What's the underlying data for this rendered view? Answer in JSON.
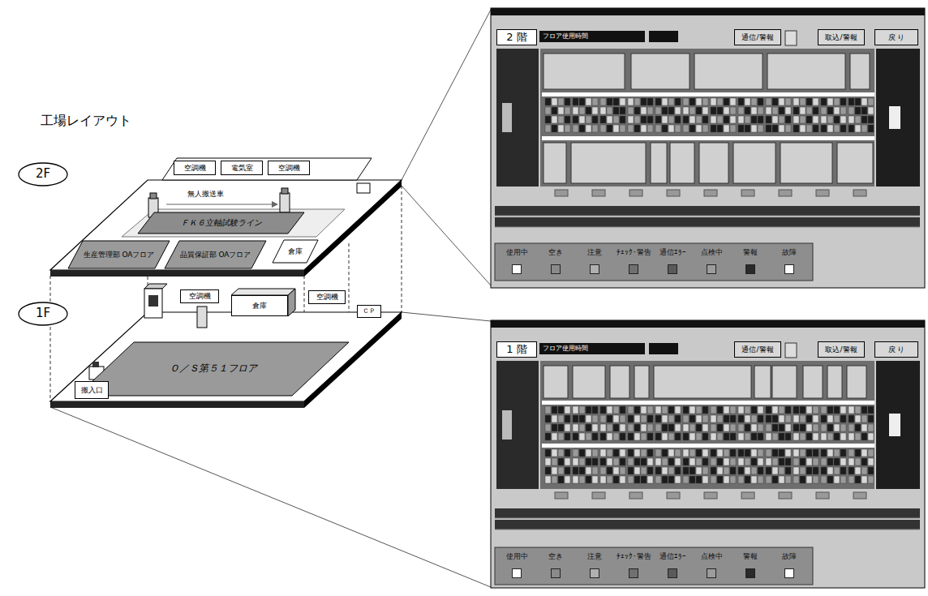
{
  "diagram": {
    "title": "工場レイアウト",
    "nodes": [
      {
        "text": [
          "2F"
        ]
      },
      {
        "text": [
          "1F"
        ]
      },
      {
        "text": [
          "空調機"
        ]
      },
      {
        "text": [
          "電気室"
        ]
      },
      {
        "text": [
          "空調機"
        ]
      },
      {
        "text": [
          "ＦＫ６立軸試験ライン"
        ]
      },
      {
        "text": [
          "生産管理部 OAフロア"
        ]
      },
      {
        "text": [
          "品質保証部 OAフロア"
        ]
      },
      {
        "text": [
          "倉庫"
        ]
      },
      {
        "text": [
          "空調機"
        ]
      },
      {
        "text": [
          "倉庫"
        ]
      },
      {
        "text": [
          "空調機"
        ]
      },
      {
        "text": [
          "ＣＰ"
        ]
      },
      {
        "text": [
          "Ｏ／Ｓ第５１フロア"
        ]
      },
      {
        "text": [
          "搬入口"
        ]
      },
      {
        "text": [
          "2 階"
        ]
      },
      {
        "text": [
          "通信/警報"
        ]
      },
      {
        "text": [
          "取込/警報"
        ]
      },
      {
        "text": [
          "戻 り"
        ]
      },
      {
        "text": [
          "1 階"
        ]
      },
      {
        "text": [
          "通信/警報"
        ]
      },
      {
        "text": [
          "取込/警報"
        ]
      },
      {
        "text": [
          "戻 り"
        ]
      }
    ],
    "labels": [
      "無人搬送車",
      "フロア使用時間",
      "フロア使用時間"
    ],
    "legend": [
      {
        "text": "使用中",
        "color": "#ffffff"
      },
      {
        "text": "空き",
        "color": "#8a8a8a"
      },
      {
        "text": "注意",
        "color": "#b0b0b0"
      },
      {
        "text": "ﾁｪｯｸ･警告",
        "color": "#707070"
      },
      {
        "text": "通信ｴﾗｰ",
        "color": "#5a5a5a"
      },
      {
        "text": "点検中",
        "color": "#9c9c9c"
      },
      {
        "text": "警報",
        "color": "#2a2a2a"
      },
      {
        "text": "故障",
        "color": "#ffffff"
      },
      {
        "text": "使用中",
        "color": "#ffffff"
      },
      {
        "text": "空き",
        "color": "#8a8a8a"
      },
      {
        "text": "注意",
        "color": "#b0b0b0"
      },
      {
        "text": "ﾁｪｯｸ･警告",
        "color": "#707070"
      },
      {
        "text": "通信ｴﾗｰ",
        "color": "#5a5a5a"
      },
      {
        "text": "点検中",
        "color": "#9c9c9c"
      },
      {
        "text": "警報",
        "color": "#2a2a2a"
      },
      {
        "text": "故障",
        "color": "#ffffff"
      }
    ]
  }
}
